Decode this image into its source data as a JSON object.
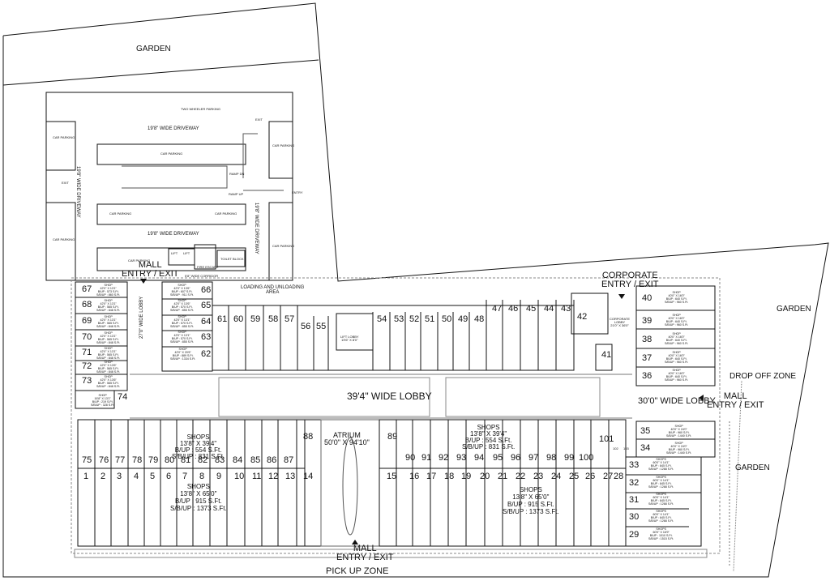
{
  "labels": {
    "garden_top": "GARDEN",
    "garden_right1": "GARDEN",
    "garden_right2": "GARDEN",
    "mall_entry_top": "MALL\nENTRY / EXIT",
    "corporate_entry": "CORPORATE\nENTRY / EXIT",
    "loading_area": "LOADING AND UNLOADING\nAREA",
    "wide_lobby_39": "39'4\" WIDE LOBBY",
    "wide_lobby_30": "30'0\" WIDE LOBBY",
    "mall_entry_right": "MALL\nENTRY / EXIT",
    "drop_off_zone": "DROP OFF ZONE",
    "atrium": "ATRIUM\n50'0\" X 94'10\"",
    "mall_entry_bottom": "MALL\nENTRY / EXIT",
    "pick_up_zone": "PICK UP ZONE",
    "shops_left_upper": "SHOPS\n13'8\" X 39'4\"\nB/UP : 554 S.Ft.\nS/B/UP : 831 S.Ft.",
    "shops_right_upper": "SHOPS\n13'8\" X 39'4\"\nB/UP : 554 S.Ft.\nS/B/UP : 831 S.Ft.",
    "shops_left_lower": "SHOPS\n13'8\" X 65'0\"\nB/UP : 915 S.Ft.\nS/B/UP : 1373 S.Ft.",
    "shops_right_lower": "SHOPS\n13'8\" X 65'0\"\nB/UP : 915 S.Ft.\nS/B/UP : 1373 S.Ft.",
    "lift_lobby": "LIFT LOBBY\n19'6\" X 8'0\"",
    "corporate_lobby": "CORPORATE\nLOBBY\n21'0\" X 36'0\"",
    "wide_lobby_vertical": "27'0\" WIDE LOBBY"
  },
  "parking": {
    "two_wheeler": "TWO WHEELER PARKING",
    "driveway_top": "19'8\" WIDE DRIVEWAY",
    "driveway_mid": "19'8\" WIDE DRIVEWAY",
    "driveway_left": "19'8\" WIDE DRIVEWAY",
    "driveway_right": "19'8\" WIDE DRIVEWAY",
    "car_parking": "CAR PARKING",
    "exit": "EXIT",
    "entry": "ENTRY",
    "ramp_dn": "RAMP DN",
    "ramp_up": "RAMP UP",
    "lift": "LIFT",
    "toilet_block": "TOILET BLOCK",
    "fire_escape": "FIRE ESCAPE",
    "corridor": "5'8\" WIDE CORRIDOR"
  },
  "shops": {
    "left_column": [
      {
        "no": "67",
        "spec": "SHOP\n42'0\" X 13'1\"\nB/UP : 573 S.Ft.\nS/B/UP : 860 S.Ft."
      },
      {
        "no": "68",
        "spec": "SHOP\n42'0\" X 13'1\"\nB/UP : 565 S.Ft.\nS/B/UP : 848 S.Ft."
      },
      {
        "no": "69",
        "spec": "SHOP\n42'0\" X 13'1\"\nB/UP : 565 S.Ft.\nS/B/UP : 848 S.Ft."
      },
      {
        "no": "70",
        "spec": "SHOP\n42'0\" X 13'1\"\nB/UP : 565 S.Ft.\nS/B/UP : 848 S.Ft."
      },
      {
        "no": "71",
        "spec": "SHOP\n42'0\" X 13'1\"\nB/UP : 565 S.Ft.\nS/B/UP : 848 S.Ft."
      },
      {
        "no": "72",
        "spec": "SHOP\n42'0\" X 13'6\"\nB/UP : 565 S.Ft.\nS/B/UP : 848 S.Ft."
      },
      {
        "no": "73",
        "spec": "SHOP\n42'0\" X 13'6\"\nB/UP : 565 S.Ft.\nS/B/UP : 848 S.Ft."
      }
    ],
    "shop_74": {
      "no": "74",
      "spec": "SHOP\n16'8\" X 13'1\"\nB/UP : 219 S.Ft.\nS/B/UP : 328 S.Ft."
    },
    "inner_column": [
      {
        "no": "66",
        "spec": "SHOP\n42'0\" X 13'6\"\nB/UP : 607 S.Ft.\nS/B/UP : 911 S.Ft."
      },
      {
        "no": "65",
        "spec": "SHOP\n42'0\" X 13'6\"\nB/UP : 570 S.Ft.\nS/B/UP : 855 S.Ft."
      },
      {
        "no": "64",
        "spec": "SHOP\n42'0\" X 13'1\"\nB/UP : 570 S.Ft.\nS/B/UP : 855 S.Ft."
      },
      {
        "no": "63",
        "spec": "SHOP\n42'0\" X 13'1\"\nB/UP : 570 S.Ft.\nS/B/UP : 855 S.Ft."
      },
      {
        "no": "62",
        "spec": "SHOP\n42'0\" X 20'6\"\nB/UP : 889 S.Ft.\nS/B/UP : 1334 S.Ft."
      }
    ],
    "top_row": [
      "61",
      "60",
      "59",
      "58",
      "57",
      "56",
      "55",
      "54",
      "53",
      "52",
      "51",
      "50",
      "49",
      "48",
      "47",
      "46",
      "45",
      "44",
      "43",
      "42",
      "41"
    ],
    "right_column": [
      {
        "no": "40",
        "spec": "SHOP\n40'0\" X 16'0\"\nB/UP : 640 S.Ft.\nS/B/UP : 960 S.Ft."
      },
      {
        "no": "39",
        "spec": "SHOP\n40'0\" X 16'0\"\nB/UP : 640 S.Ft.\nS/B/UP : 960 S.Ft."
      },
      {
        "no": "38",
        "spec": "SHOP\n40'0\" X 16'0\"\nB/UP : 640 S.Ft.\nS/B/UP : 960 S.Ft."
      },
      {
        "no": "37",
        "spec": "SHOP\n40'0\" X 16'0\"\nB/UP : 640 S.Ft.\nS/B/UP : 960 S.Ft."
      },
      {
        "no": "36",
        "spec": "SHOP\n40'0\" X 16'0\"\nB/UP : 640 S.Ft.\nS/B/UP : 960 S.Ft."
      }
    ],
    "right_mid": [
      {
        "no": "35",
        "spec": "SHOP\n40'0\" X 24'0\"\nB/UP : 960 S.Ft.\nS/B/UP : 1440 S.Ft."
      },
      {
        "no": "34",
        "spec": "SHOP\n40'0\" X 24'0\"\nB/UP : 960 S.Ft.\nS/B/UP : 1440 S.Ft."
      }
    ],
    "right_lower": [
      {
        "no": "33",
        "spec": "SHOPS\n60'0\" X 14'1\"\nB/UP : 845 S.Ft.\nS/B/UP : 1268 S.Ft."
      },
      {
        "no": "32",
        "spec": "SHOPS\n60'0\" X 14'1\"\nB/UP : 845 S.Ft.\nS/B/UP : 1268 S.Ft."
      },
      {
        "no": "31",
        "spec": "SHOPS\n60'0\" X 14'1\"\nB/UP : 845 S.Ft.\nS/B/UP : 1268 S.Ft."
      },
      {
        "no": "30",
        "spec": "SHOPS\n60'0\" X 14'1\"\nB/UP : 845 S.Ft.\nS/B/UP : 1268 S.Ft."
      },
      {
        "no": "29",
        "spec": "SHOPS\n60'0\" X 16'9\"\nB/UP : 1010 S.Ft.\nS/B/UP : 1515 S.Ft."
      }
    ],
    "upper_row_left": [
      "75",
      "76",
      "77",
      "78",
      "79",
      "80",
      "81",
      "82",
      "83",
      "84",
      "85",
      "86",
      "87",
      "88"
    ],
    "upper_row_right": [
      "89",
      "90",
      "91",
      "92",
      "93",
      "94",
      "95",
      "96",
      "97",
      "98",
      "99",
      "100",
      "101",
      "102",
      "103"
    ],
    "lower_row_left": [
      "1",
      "2",
      "3",
      "4",
      "5",
      "6",
      "7",
      "8",
      "9",
      "10",
      "11",
      "12",
      "13",
      "14"
    ],
    "lower_row_right": [
      "15",
      "16",
      "17",
      "18",
      "19",
      "20",
      "21",
      "22",
      "23",
      "24",
      "25",
      "26",
      "27",
      "28"
    ]
  }
}
